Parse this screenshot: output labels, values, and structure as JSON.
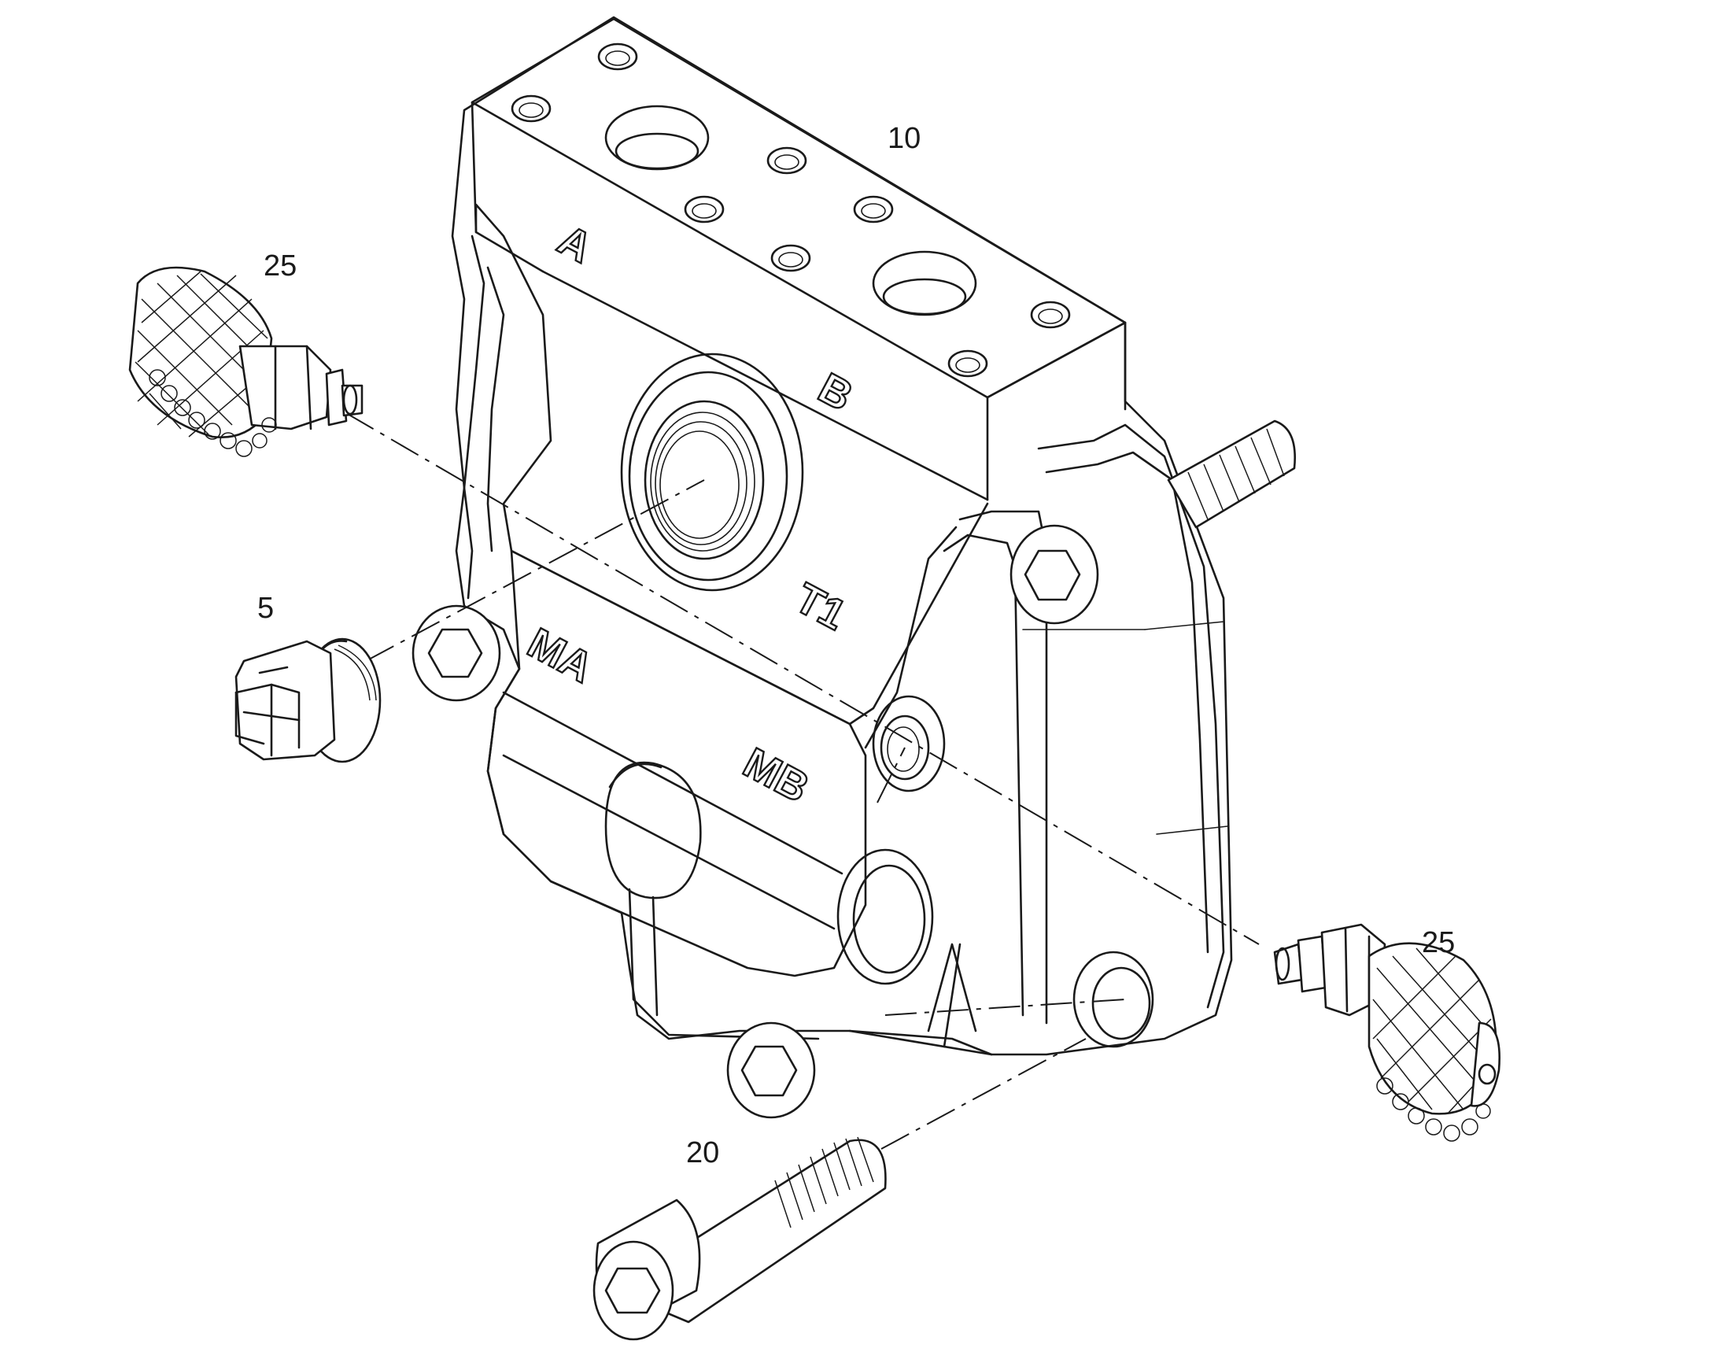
{
  "callouts": {
    "valve_block": "10",
    "plug": "5",
    "screw": "20",
    "test_coupling_left": "25",
    "test_coupling_right": "25"
  },
  "port_labels": {
    "a": "A",
    "b": "B",
    "t1": "T1",
    "ma": "MA",
    "mb": "MB"
  }
}
